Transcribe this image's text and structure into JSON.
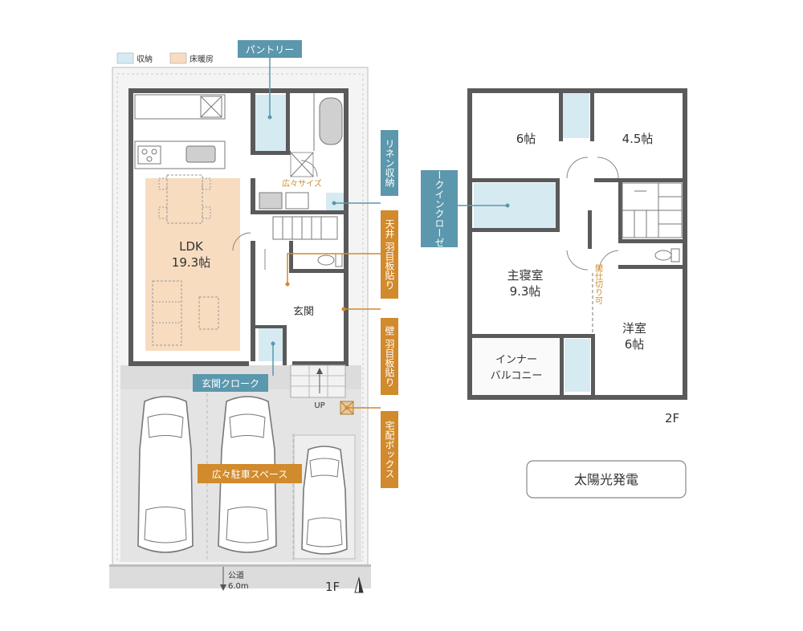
{
  "legend": {
    "storage_label": "収納",
    "floor_heating_label": "床暖房",
    "storage_color": "#d6eaf2",
    "floor_heating_color": "#f7dcc0"
  },
  "floor1": {
    "ldk_label": "LDK",
    "ldk_size": "19.3帖",
    "entrance_label": "玄関",
    "hiroro_size_label": "広々サイズ",
    "up_label": "UP",
    "road_label": "公道",
    "road_width": "6.0m",
    "floor_label": "1F",
    "tags": {
      "pantry": "パントリー",
      "linen": "リネン収納",
      "ceiling": "天井 羽目板貼り",
      "wall": "壁 羽目板貼り",
      "entrance_cloak": "玄関クローク",
      "delivery_box": "宅配ボックス",
      "parking": "広々駐車スペース"
    }
  },
  "floor2": {
    "room_6": "6帖",
    "room_45": "4.5帖",
    "walkin_closet": "ウォークインクローゼット",
    "master_bedroom": "主寝室",
    "master_size": "9.3帖",
    "partition_label": "間仕切り可",
    "western_room": "洋室",
    "western_size": "6帖",
    "inner_balcony_1": "インナー",
    "inner_balcony_2": "バルコニー",
    "floor_label": "2F"
  },
  "solar_label": "太陽光発電",
  "colors": {
    "tag_blue": "#5b97ad",
    "tag_orange": "#d18a2c",
    "wall": "#5a5a5a"
  }
}
